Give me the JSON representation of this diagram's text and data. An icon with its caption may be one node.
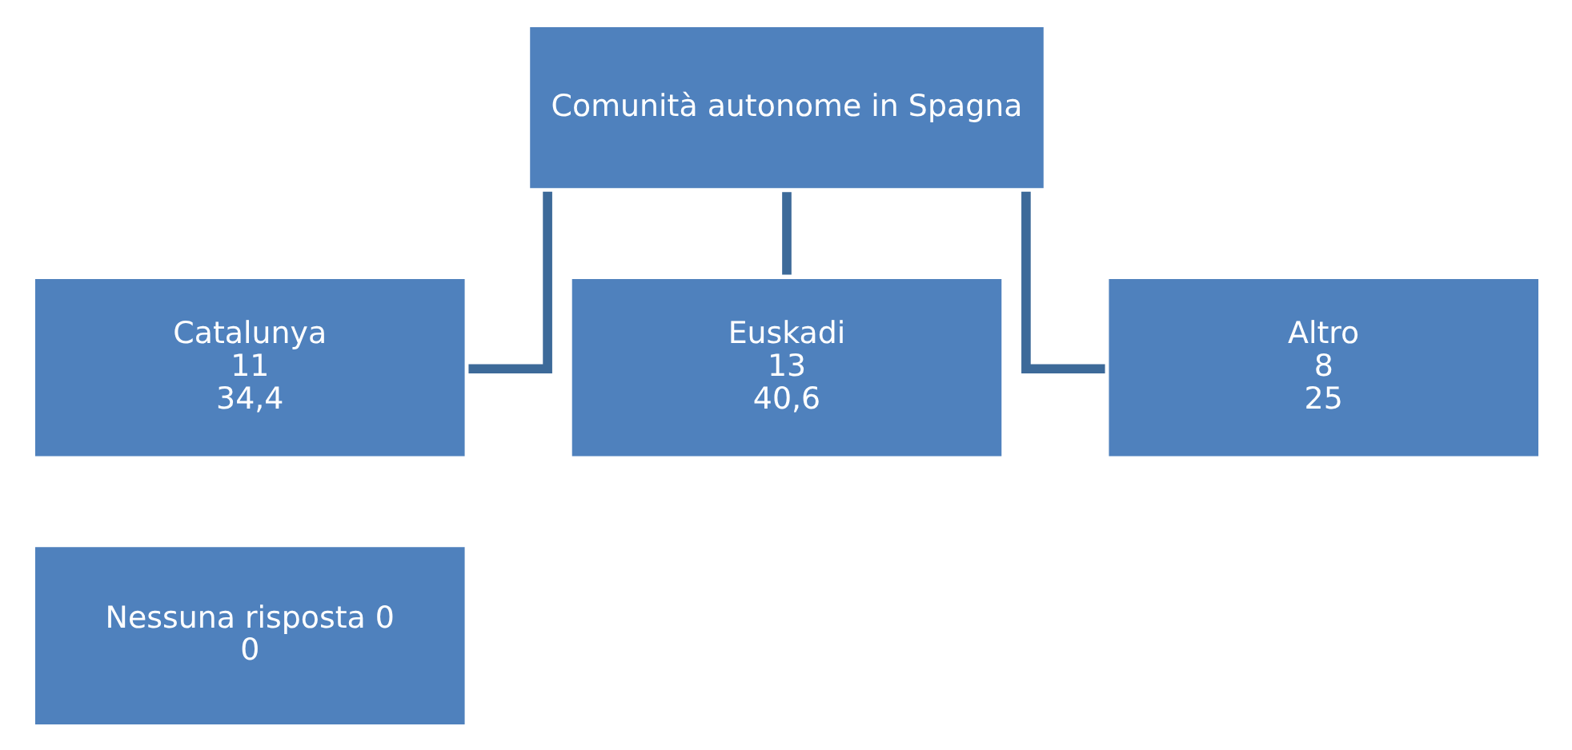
{
  "diagram": {
    "nodes": [
      {
        "text": [
          "Comunità autonome in Spagna"
        ]
      },
      {
        "text": [
          "Catalunya",
          "11",
          "34,4"
        ]
      },
      {
        "text": [
          "Euskadi",
          "13",
          "40,6"
        ]
      },
      {
        "text": [
          "Altro",
          "8",
          "25"
        ]
      },
      {
        "text": [
          "Nessuna risposta 0",
          "0"
        ]
      }
    ],
    "edges": [
      {
        "from": 0,
        "to": 1,
        "arrow": "none"
      },
      {
        "from": 0,
        "to": 2,
        "arrow": "none"
      },
      {
        "from": 0,
        "to": 3,
        "arrow": "none"
      }
    ]
  }
}
